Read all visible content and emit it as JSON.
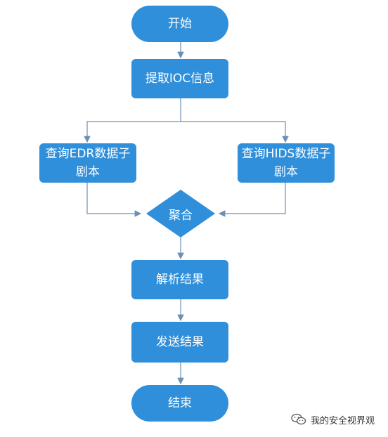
{
  "colors": {
    "node_fill": "#2f8fda",
    "edge": "#6b8fb5",
    "node_text": "#ffffff"
  },
  "nodes": {
    "start": "开始",
    "extract_ioc": "提取IOC信息",
    "query_edr": "查询EDR数据子\n剧本",
    "query_hids": "查询HIDS数据子\n剧本",
    "aggregate": "聚合",
    "parse_results": "解析结果",
    "send_results": "发送结果",
    "end": "结束"
  },
  "watermark": {
    "icon": "wechat-icon",
    "text": "我的安全视界观"
  }
}
